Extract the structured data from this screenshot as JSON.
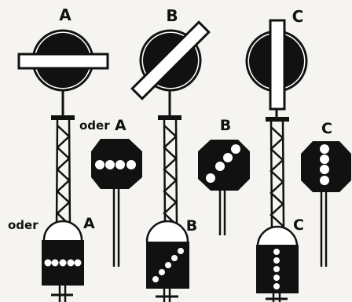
{
  "labels": {
    "row1": [
      "A",
      "B",
      "C"
    ],
    "row2": [
      "A",
      "B",
      "C"
    ],
    "row3": [
      "A",
      "B",
      "C"
    ],
    "oder": "oder"
  },
  "colors": {
    "ink": "#111111",
    "paper": "#f5f4f0",
    "lamp": "#ffffff"
  }
}
